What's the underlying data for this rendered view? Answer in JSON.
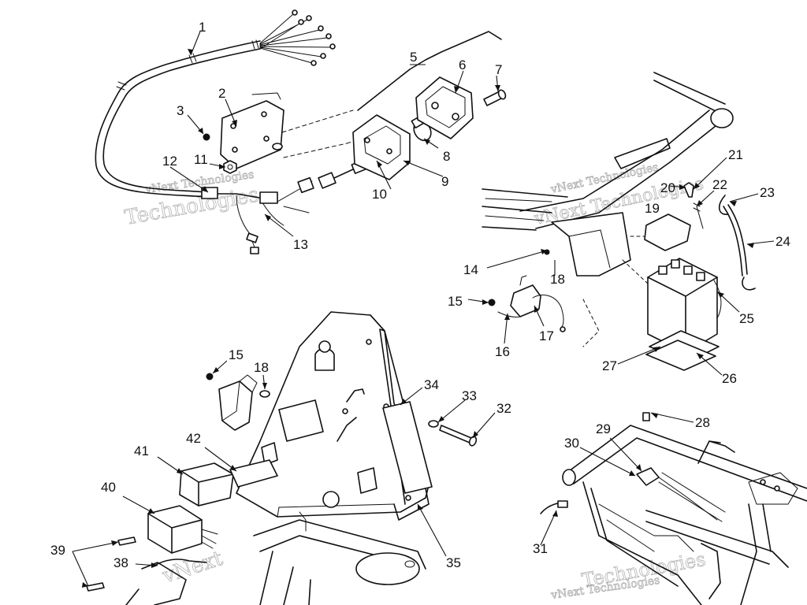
{
  "callouts": {
    "c1": "1",
    "c2": "2",
    "c3": "3",
    "c5": "5",
    "c6": "6",
    "c7": "7",
    "c8": "8",
    "c9": "9",
    "c10": "10",
    "c11": "11",
    "c12": "12",
    "c13": "13",
    "c14": "14",
    "c15a": "15",
    "c15b": "15",
    "c16": "16",
    "c17": "17",
    "c18a": "18",
    "c18b": "18",
    "c19": "19",
    "c20": "20",
    "c21": "21",
    "c22": "22",
    "c23": "23",
    "c24": "24",
    "c25": "25",
    "c26": "26",
    "c27": "27",
    "c28": "28",
    "c29": "29",
    "c30": "30",
    "c31": "31",
    "c32": "32",
    "c33": "33",
    "c34": "34",
    "c35": "35",
    "c38": "38",
    "c39": "39",
    "c40": "40",
    "c41": "41",
    "c42": "42"
  },
  "watermark": {
    "line1": "vNext Technologies",
    "line2": "Technologies",
    "line3": "vNext Technologies",
    "line4": "vNext Technologies",
    "line5": "vNext",
    "line6": "vNext Technologies",
    "line7": "Technologies"
  },
  "colors": {
    "ink": "#111111",
    "paper": "#ffffff",
    "watermark": "#999999"
  }
}
